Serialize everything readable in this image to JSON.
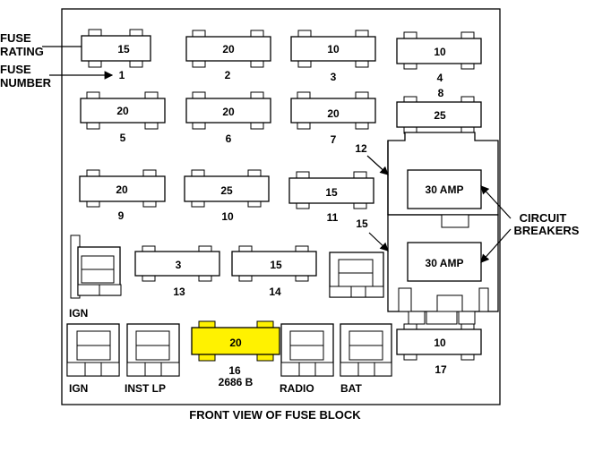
{
  "callouts": {
    "fuse_rating": [
      "FUSE",
      "RATING"
    ],
    "fuse_number": [
      "FUSE",
      "NUMBER"
    ],
    "circuit_breakers": [
      "CIRCUIT",
      "BREAKERS"
    ]
  },
  "fuses": [
    {
      "rating": "15",
      "number": "1"
    },
    {
      "rating": "20",
      "number": "2"
    },
    {
      "rating": "10",
      "number": "3"
    },
    {
      "rating": "10",
      "number": "4"
    },
    {
      "rating": "20",
      "number": "5"
    },
    {
      "rating": "20",
      "number": "6"
    },
    {
      "rating": "20",
      "number": "7"
    },
    {
      "rating": "25",
      "number": "8"
    },
    {
      "rating": "20",
      "number": "9"
    },
    {
      "rating": "25",
      "number": "10"
    },
    {
      "rating": "15",
      "number": "11"
    },
    {
      "rating": "3",
      "number": "13"
    },
    {
      "rating": "15",
      "number": "14"
    },
    {
      "rating": "20",
      "number": "16",
      "part": "2686 B"
    },
    {
      "rating": "10",
      "number": "17"
    }
  ],
  "breakers": [
    {
      "number": "12",
      "rating": "30 AMP"
    },
    {
      "number": "15",
      "rating": "30 AMP"
    }
  ],
  "relays": [
    "IGN",
    "IGN",
    "INST LP",
    "RADIO",
    "BAT"
  ],
  "highlight_color": "#FFF200",
  "caption": "FRONT VIEW OF FUSE BLOCK"
}
